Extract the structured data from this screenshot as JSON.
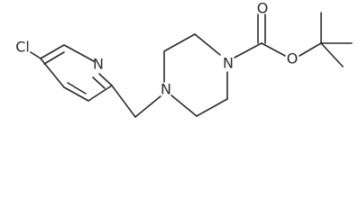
{
  "molecule": {
    "atoms": {
      "chlorine": "Cl",
      "pyridine_nitrogen": "N",
      "piperazine_nitrogen_left": "N",
      "piperazine_nitrogen_right": "N",
      "carbonyl_oxygen": "O",
      "ester_oxygen": "O"
    }
  },
  "colors": {
    "bond": "#2b2b2b",
    "background": "#ffffff"
  }
}
